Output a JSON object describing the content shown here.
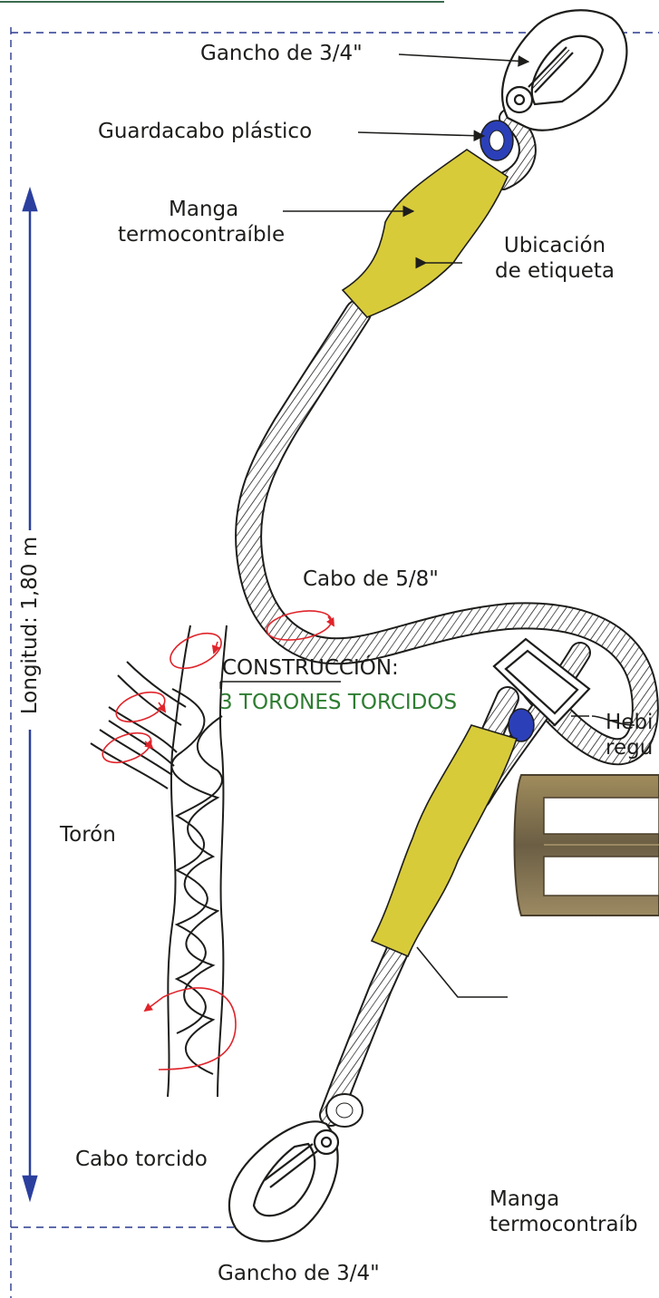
{
  "labels": {
    "top_hook": "Gancho de 3/4\"",
    "thimble": "Guardacabo plástico",
    "sleeve_top_line1": "Manga",
    "sleeve_top_line2": "termocontraíble",
    "tag_line1": "Ubicación",
    "tag_line2": "de etiqueta",
    "rope": "Cabo de 5/8\"",
    "length": "Longitud: 1,80 m",
    "construction_title": "CONSTRUCCIÓN:",
    "construction_detail": "3 TORONES TORCIDOS",
    "strand": "Torón",
    "twisted_rope": "Cabo torcido",
    "buckle_line1": "Hebi",
    "buckle_line2": "regu",
    "sleeve_bottom_line1": "Manga",
    "sleeve_bottom_line2": "termocontraíb",
    "bottom_hook": "Gancho de 3/4\""
  },
  "colors": {
    "sleeve": "#d8cb3a",
    "thimble": "#2b3fb8",
    "arrow_blue": "#2b3f9e",
    "dimension_line": "#2a3a8f",
    "twist_arrow": "#e0242a",
    "construction_text": "#2e7d32",
    "rope_outline": "#1d1d1b",
    "metal": "#8a7a5a"
  }
}
